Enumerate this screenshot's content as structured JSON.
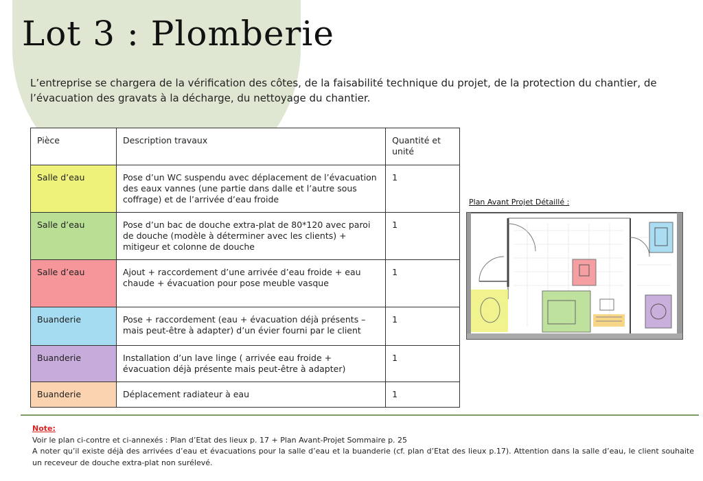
{
  "page": {
    "title": "Lot 3 : Plomberie",
    "intro": "L’entreprise se chargera de la vérification des côtes, de la faisabilité technique du projet, de la protection du chantier, de l’évacuation des gravats à la décharge, du nettoyage du chantier."
  },
  "table": {
    "headers": [
      "Pièce",
      "Description travaux",
      "Quantité et unité"
    ],
    "rows": [
      {
        "piece": "Salle d’eau",
        "description": "Pose d’un WC suspendu avec déplacement de l’évacuation des eaux vannes (une partie dans dalle et l’autre sous coffrage) et de l’arrivée d’eau froide",
        "quantite": "1",
        "color": "#eef27a"
      },
      {
        "piece": "Salle d’eau",
        "description": "Pose d’un bac de douche extra-plat de 80*120 avec paroi de douche (modèle à déterminer avec les clients) + mitigeur et colonne de douche",
        "quantite": "1",
        "color": "#b8df93"
      },
      {
        "piece": "Salle d’eau",
        "description": "Ajout + raccordement d’une arrivée d’eau froide + eau chaude + évacuation pour pose meuble vasque",
        "quantite": "1",
        "color": "#f6959a"
      },
      {
        "piece": "Buanderie",
        "description": "Pose + raccordement (eau + évacuation déjà présents – mais peut-être à adapter) d’un évier fourni par le client",
        "quantite": "1",
        "color": "#a6dcf2"
      },
      {
        "piece": "Buanderie",
        "description": "Installation d’un lave linge ( arrivée eau froide + évacuation déjà présente mais peut-être à adapter)",
        "quantite": "1",
        "color": "#c7acdb"
      },
      {
        "piece": "Buanderie",
        "description": "Déplacement radiateur à eau",
        "quantite": "1",
        "color": "#fbd3b0"
      }
    ]
  },
  "plan": {
    "title": "Plan Avant Projet Détaillé :"
  },
  "note": {
    "label": "Note:",
    "line1": "Voir le plan ci-contre et ci-annexés : Plan d’Etat des lieux p. 17 + Plan Avant-Projet Sommaire p. 25",
    "line2": "A noter qu’il existe déjà des arrivées d’eau et évacuations pour la salle d’eau et la buanderie (cf. plan d’Etat des lieux p.17). Attention dans la salle d’eau, le client souhaite un receveur de douche extra-plat non surélevé."
  }
}
